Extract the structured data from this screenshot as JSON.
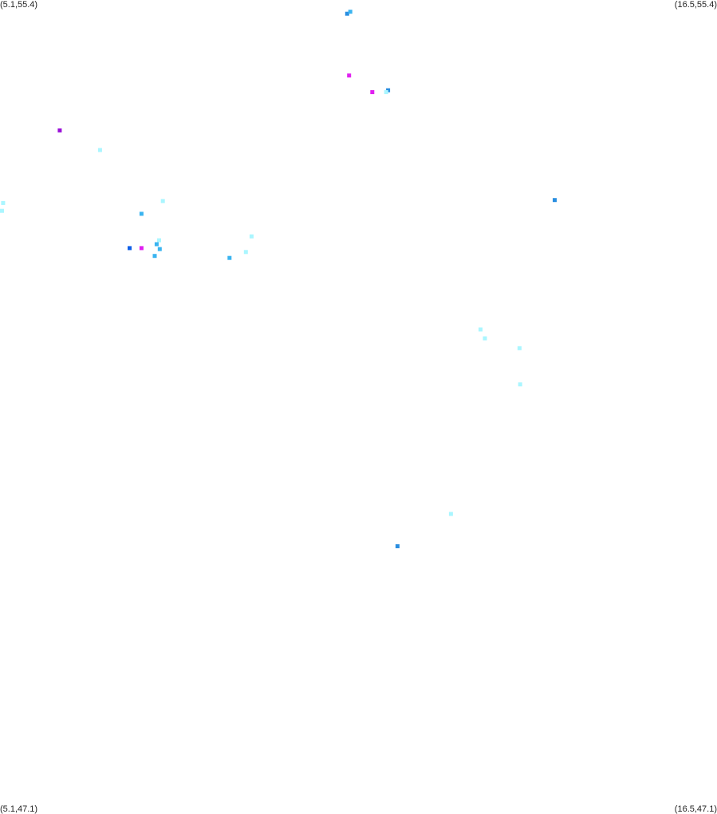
{
  "corners": {
    "top_left": "(5.1,55.4)",
    "top_right": "(16.5,55.4)",
    "bottom_left": "(5.1,47.1)",
    "bottom_right": "(16.5,47.1)"
  },
  "bounds": {
    "lon_min": 5.1,
    "lon_max": 16.5,
    "lat_min": 47.1,
    "lat_max": 55.4
  },
  "colors": {
    "light_cyan": "#aaf6ff",
    "cyan_blue": "#3ab4f0",
    "mid_blue": "#2a8ee0",
    "deep_blue": "#1060e8",
    "magenta": "#e020f0",
    "purple": "#9a10d8"
  },
  "points": [
    {
      "lon": 10.62,
      "lat": 55.26,
      "color": "mid_blue"
    },
    {
      "lon": 10.67,
      "lat": 55.28,
      "color": "cyan_blue"
    },
    {
      "lon": 10.65,
      "lat": 54.63,
      "color": "magenta"
    },
    {
      "lon": 11.02,
      "lat": 54.46,
      "color": "magenta"
    },
    {
      "lon": 11.27,
      "lat": 54.48,
      "color": "mid_blue"
    },
    {
      "lon": 11.24,
      "lat": 54.46,
      "color": "light_cyan"
    },
    {
      "lon": 6.05,
      "lat": 54.07,
      "color": "purple"
    },
    {
      "lon": 6.69,
      "lat": 53.87,
      "color": "light_cyan"
    },
    {
      "lon": 5.15,
      "lat": 53.33,
      "color": "light_cyan"
    },
    {
      "lon": 5.13,
      "lat": 53.25,
      "color": "light_cyan"
    },
    {
      "lon": 7.69,
      "lat": 53.35,
      "color": "light_cyan"
    },
    {
      "lon": 7.35,
      "lat": 53.22,
      "color": "cyan_blue"
    },
    {
      "lon": 13.92,
      "lat": 53.36,
      "color": "mid_blue"
    },
    {
      "lon": 9.1,
      "lat": 52.99,
      "color": "light_cyan"
    },
    {
      "lon": 7.63,
      "lat": 52.95,
      "color": "light_cyan"
    },
    {
      "lon": 7.59,
      "lat": 52.91,
      "color": "cyan_blue"
    },
    {
      "lon": 7.16,
      "lat": 52.87,
      "color": "deep_blue"
    },
    {
      "lon": 7.35,
      "lat": 52.87,
      "color": "magenta"
    },
    {
      "lon": 7.64,
      "lat": 52.86,
      "color": "cyan_blue"
    },
    {
      "lon": 9.01,
      "lat": 52.83,
      "color": "light_cyan"
    },
    {
      "lon": 7.56,
      "lat": 52.79,
      "color": "cyan_blue"
    },
    {
      "lon": 8.75,
      "lat": 52.77,
      "color": "cyan_blue"
    },
    {
      "lon": 12.74,
      "lat": 52.04,
      "color": "light_cyan"
    },
    {
      "lon": 12.81,
      "lat": 51.95,
      "color": "light_cyan"
    },
    {
      "lon": 13.36,
      "lat": 51.85,
      "color": "light_cyan"
    },
    {
      "lon": 13.37,
      "lat": 51.48,
      "color": "light_cyan"
    },
    {
      "lon": 12.27,
      "lat": 50.16,
      "color": "light_cyan"
    },
    {
      "lon": 11.42,
      "lat": 49.83,
      "color": "mid_blue"
    }
  ]
}
